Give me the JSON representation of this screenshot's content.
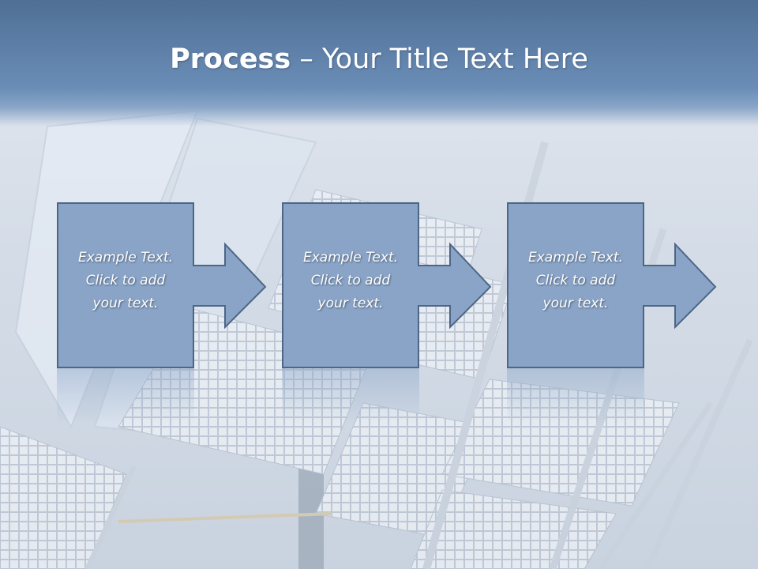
{
  "title": {
    "bold": "Process",
    "rest": " – Your Title Text Here"
  },
  "steps": [
    {
      "text": "Example Text.\nClick  to add\nyour text."
    },
    {
      "text": "Example Text.\nClick  to add\nyour text."
    },
    {
      "text": "Example Text.\nClick  to add\nyour text."
    }
  ],
  "colors": {
    "title_band": "#5f7fa8",
    "box_fill": "#89a4c7",
    "box_border": "#4e6685",
    "background": "#d4dce7"
  },
  "icons": {
    "connector": "right-arrow-icon",
    "background": "solar-panels-illustration"
  }
}
